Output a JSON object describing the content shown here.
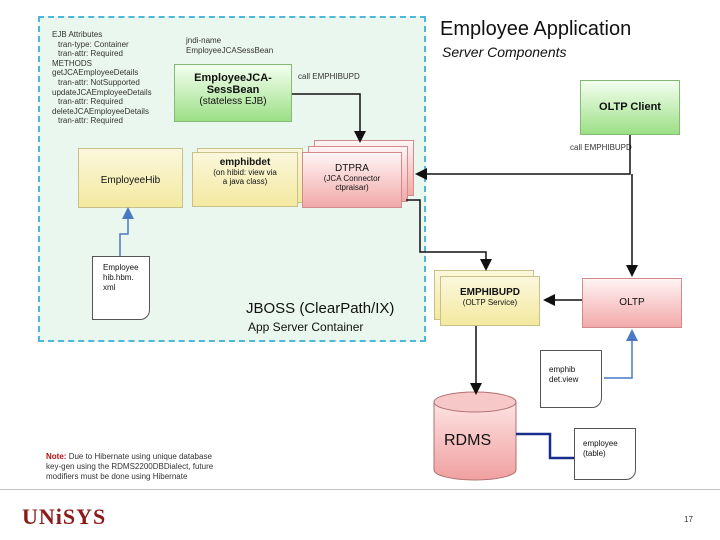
{
  "slide": {
    "title": "Employee Application",
    "subtitle": "Server Components",
    "page_number": "17",
    "logo_text": "UNiSYS"
  },
  "container": {
    "label_main": "JBOSS (ClearPath/IX)",
    "label_sub": "App Server Container"
  },
  "ejb_attributes": [
    "EJB Attributes",
    "tran-type: Container",
    "tran-attr: Required",
    "METHODS",
    "getJCAEmployeeDetails",
    "tran-attr: NotSupported",
    "updateJCAEmployeeDetails",
    "tran-attr: Required",
    "deleteJCAEmployeeDetails",
    "tran-attr: Required"
  ],
  "jndi_text": [
    "jndi-name",
    "EmployeeJCASessBean"
  ],
  "sess_bean": {
    "line1": "EmployeeJCA-",
    "line2": "SessBean",
    "line3": "(stateless EJB)"
  },
  "call_upd": "call EMPHIBUPD",
  "call_pd": "call EMPHIBUPD",
  "oltp_client": "OLTP Client",
  "employee_hib": "EmployeeHib",
  "emphibdet": {
    "title": "emphibdet",
    "line1": "(on hibid: view via",
    "line2": "a java class)"
  },
  "dtpra": {
    "title": "DTPRA",
    "line1": "(JCA Connector",
    "line2": "ctpraisar)"
  },
  "emp_doc": [
    "Employee",
    "hib.hbm.",
    "xml"
  ],
  "emphibupd": {
    "title": "EMPHIBUPD",
    "sub": "(OLTP Service)"
  },
  "oltp": "OLTP",
  "emphib_view": [
    "emphib",
    "det.view"
  ],
  "rdms": "RDMS",
  "employee_table": [
    "employee",
    "(table)"
  ],
  "note": {
    "label": "Note:",
    "lines": [
      "Due to Hibernate using unique database",
      "key-gen using the RDMS2200DBDialect, future",
      "modifiers must be done using Hibernate"
    ]
  },
  "colors": {
    "container_border": "#4fb8d8",
    "arrow_blue": "#4a79c4",
    "arrow_dark": "#111111",
    "rdms_line": "#1b2c8f",
    "logo": "#8b1a1a"
  }
}
